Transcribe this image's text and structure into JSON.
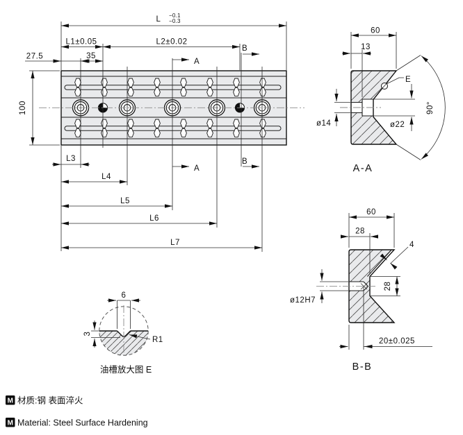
{
  "top_view": {
    "L_label": "L",
    "L_tol_upper": "−0.1",
    "L_tol_lower": "−0.3",
    "L1": "L1±0.05",
    "L2": "L2±0.02",
    "d27_5": "27.5",
    "d35": "35",
    "d100": "100",
    "L3": "L3",
    "L4": "L4",
    "L5": "L5",
    "L6": "L6",
    "L7": "L7",
    "section_a": "A",
    "section_b": "B"
  },
  "section_aa": {
    "title": "A-A",
    "width": "60",
    "depth13": "13",
    "d14": "ø14",
    "d22": "ø22",
    "angle": "90°",
    "detail_ref": "E"
  },
  "section_bb": {
    "title": "B-B",
    "width": "60",
    "w28": "28",
    "chamfer4": "4",
    "h28": "28",
    "d12": "ø12H7",
    "depth20": "20±0.025"
  },
  "detail_e": {
    "w6": "6",
    "d3": "3",
    "r1": "R1",
    "caption": "油槽放大图 E"
  },
  "notes": {
    "badge": "M",
    "material_cn": "材质:钢 表面淬火",
    "material_en": "Material: Steel Surface Hardening"
  },
  "colors": {
    "body_fill": "#e9eaec",
    "line": "#111111",
    "centerline": "#8a8a8a"
  }
}
